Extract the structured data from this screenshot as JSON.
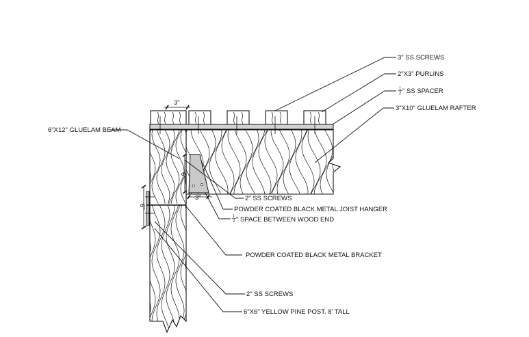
{
  "callouts": {
    "screws_top": "3\" SS SCREWS",
    "purlins": "2\"X3\" PURLINS",
    "spacer_text": "\" SS SPACER",
    "rafter": "3\"X10\" GLUELAM RAFTER",
    "beam": "6\"X12\" GLUELAM BEAM",
    "screws_hanger": "2\" SS SCREWS",
    "joist_hanger": "POWDER COATED BLACK METAL JOIST HANGER",
    "gap_text": "\" SPACE BETWEEN WOOD END",
    "bracket": "POWDER COATED BLACK METAL BRACKET",
    "screws_bracket": "2\" SS SCREWS",
    "post": "6\"X6\" YELLOW PINE POST. 8' TALL"
  },
  "fraction": {
    "numerator": "1",
    "denominator": "2"
  },
  "dimensions": {
    "purlin_width": "3\"",
    "hanger_height": "6\"",
    "hanger_width": "3\"",
    "bracket_height": "6\""
  }
}
